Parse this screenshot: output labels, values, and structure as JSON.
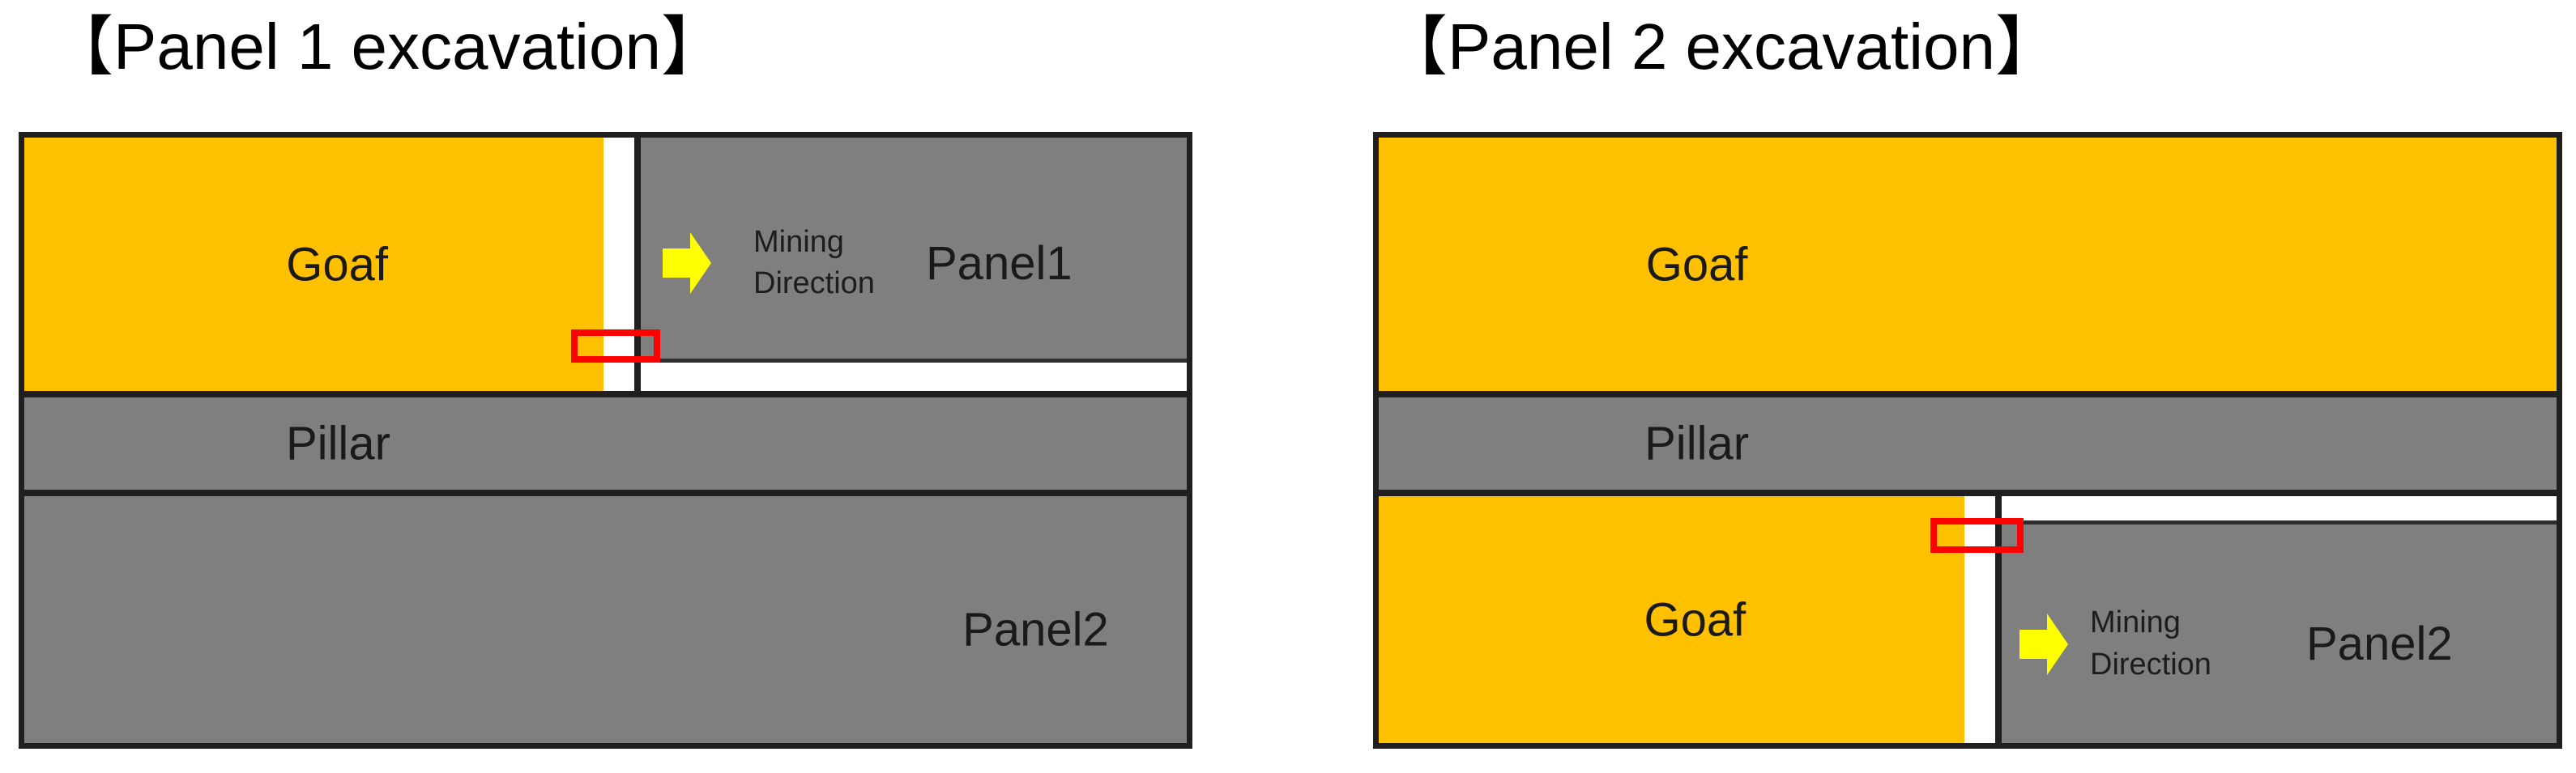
{
  "colors": {
    "goaf_yellow": "#FFC000",
    "panel_gray": "#7F7F7F",
    "arrow_yellow": "#FFFF00",
    "highlight_red": "#FF0000",
    "outline_black": "#1F1F1F",
    "gateroad_white": "#FFFFFF"
  },
  "diagram1": {
    "title": "【Panel 1 excavation】",
    "goaf_label": "Goaf",
    "mining_direction_label": "Mining Direction",
    "panel1_label": "Panel1",
    "pillar_label": "Pillar",
    "panel2_label": "Panel2"
  },
  "diagram2": {
    "title": "【Panel 2 excavation】",
    "goaf_upper_label": "Goaf",
    "pillar_label": "Pillar",
    "goaf_lower_label": "Goaf",
    "mining_direction_label": "Mining Direction",
    "panel2_label": "Panel2"
  }
}
